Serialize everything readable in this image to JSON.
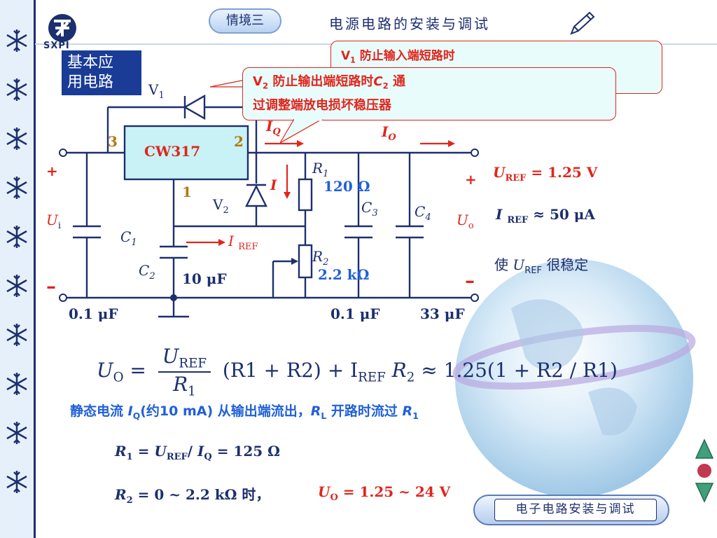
{
  "header": {
    "logo_text": "SXPI",
    "scenario_tab": "情境三",
    "title": "电源电路的安装与调试",
    "pen_icon": "pen-icon"
  },
  "badge": {
    "line1": "基本应",
    "line2": "用电路"
  },
  "callouts": {
    "v1_text": "防止输入端短路时",
    "v2_line1": "防止输出端短路时",
    "v2_line1_tail": "通",
    "v2_line2": "过调整端放电损坏稳压器"
  },
  "circuit": {
    "regulator": "CW317",
    "pin_in": "3",
    "pin_out": "2",
    "pin_adj": "1",
    "r1_value": "120 Ω",
    "r2_value": "2.2 kΩ",
    "c2_value": "10 μF",
    "c1_value": "0.1 μF",
    "c3_value": "0.1 μF",
    "c4_value": "33 μF",
    "plus": "+",
    "minus": "–"
  },
  "specs": {
    "uref": "= 1.25 V",
    "iref": "≈ 50 μA",
    "stable_prefix": "使",
    "stable_suffix": "很稳定"
  },
  "equation": {
    "mid": "(R1 + R2) + I",
    "tail": "≈ 1.25(1 + R2 / R1)"
  },
  "notes": {
    "line_a": "静态电流",
    "line_b": "(约10 mA) 从输出端流出，",
    "line_c": "开路时流过",
    "r1_eq": "= 125  Ω",
    "r2_eq": "= 0 ~ 2.2 kΩ 时，",
    "uo_range": "= 1.25 ~ 24 V"
  },
  "footer": {
    "label": "电子电路安装与调试"
  }
}
